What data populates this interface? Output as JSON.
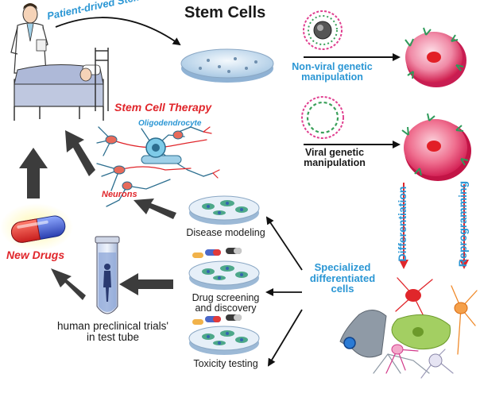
{
  "title": "Stem Cells",
  "labels": {
    "patient_derived": "Patient-drived Stem Cells",
    "stem_cell_therapy": "Stem Cell Therapy",
    "oligodendrocyte": "Oligodendrocyte",
    "neurons": "Neurons",
    "non_viral": "Non-viral genetic manipulation",
    "viral": "Viral genetic manipulation",
    "differentiation": "Differentiation",
    "reprogramming": "Reprogramming",
    "specialized_cells": "Specialized differentiated cells",
    "new_drugs": "New Drugs",
    "preclinical_trials": "human preclinical trials' in test tube",
    "disease_modeling": "Disease modeling",
    "drug_screening": "Drug screening and discovery",
    "toxicity_testing": "Toxicity testing"
  },
  "colors": {
    "accent_blue": "#2a96d4",
    "accent_red": "#e0262b",
    "arrow_gray": "#3a3a3a",
    "cell_pink": "#e8336b",
    "dish_blue": "#cfe3f3"
  }
}
